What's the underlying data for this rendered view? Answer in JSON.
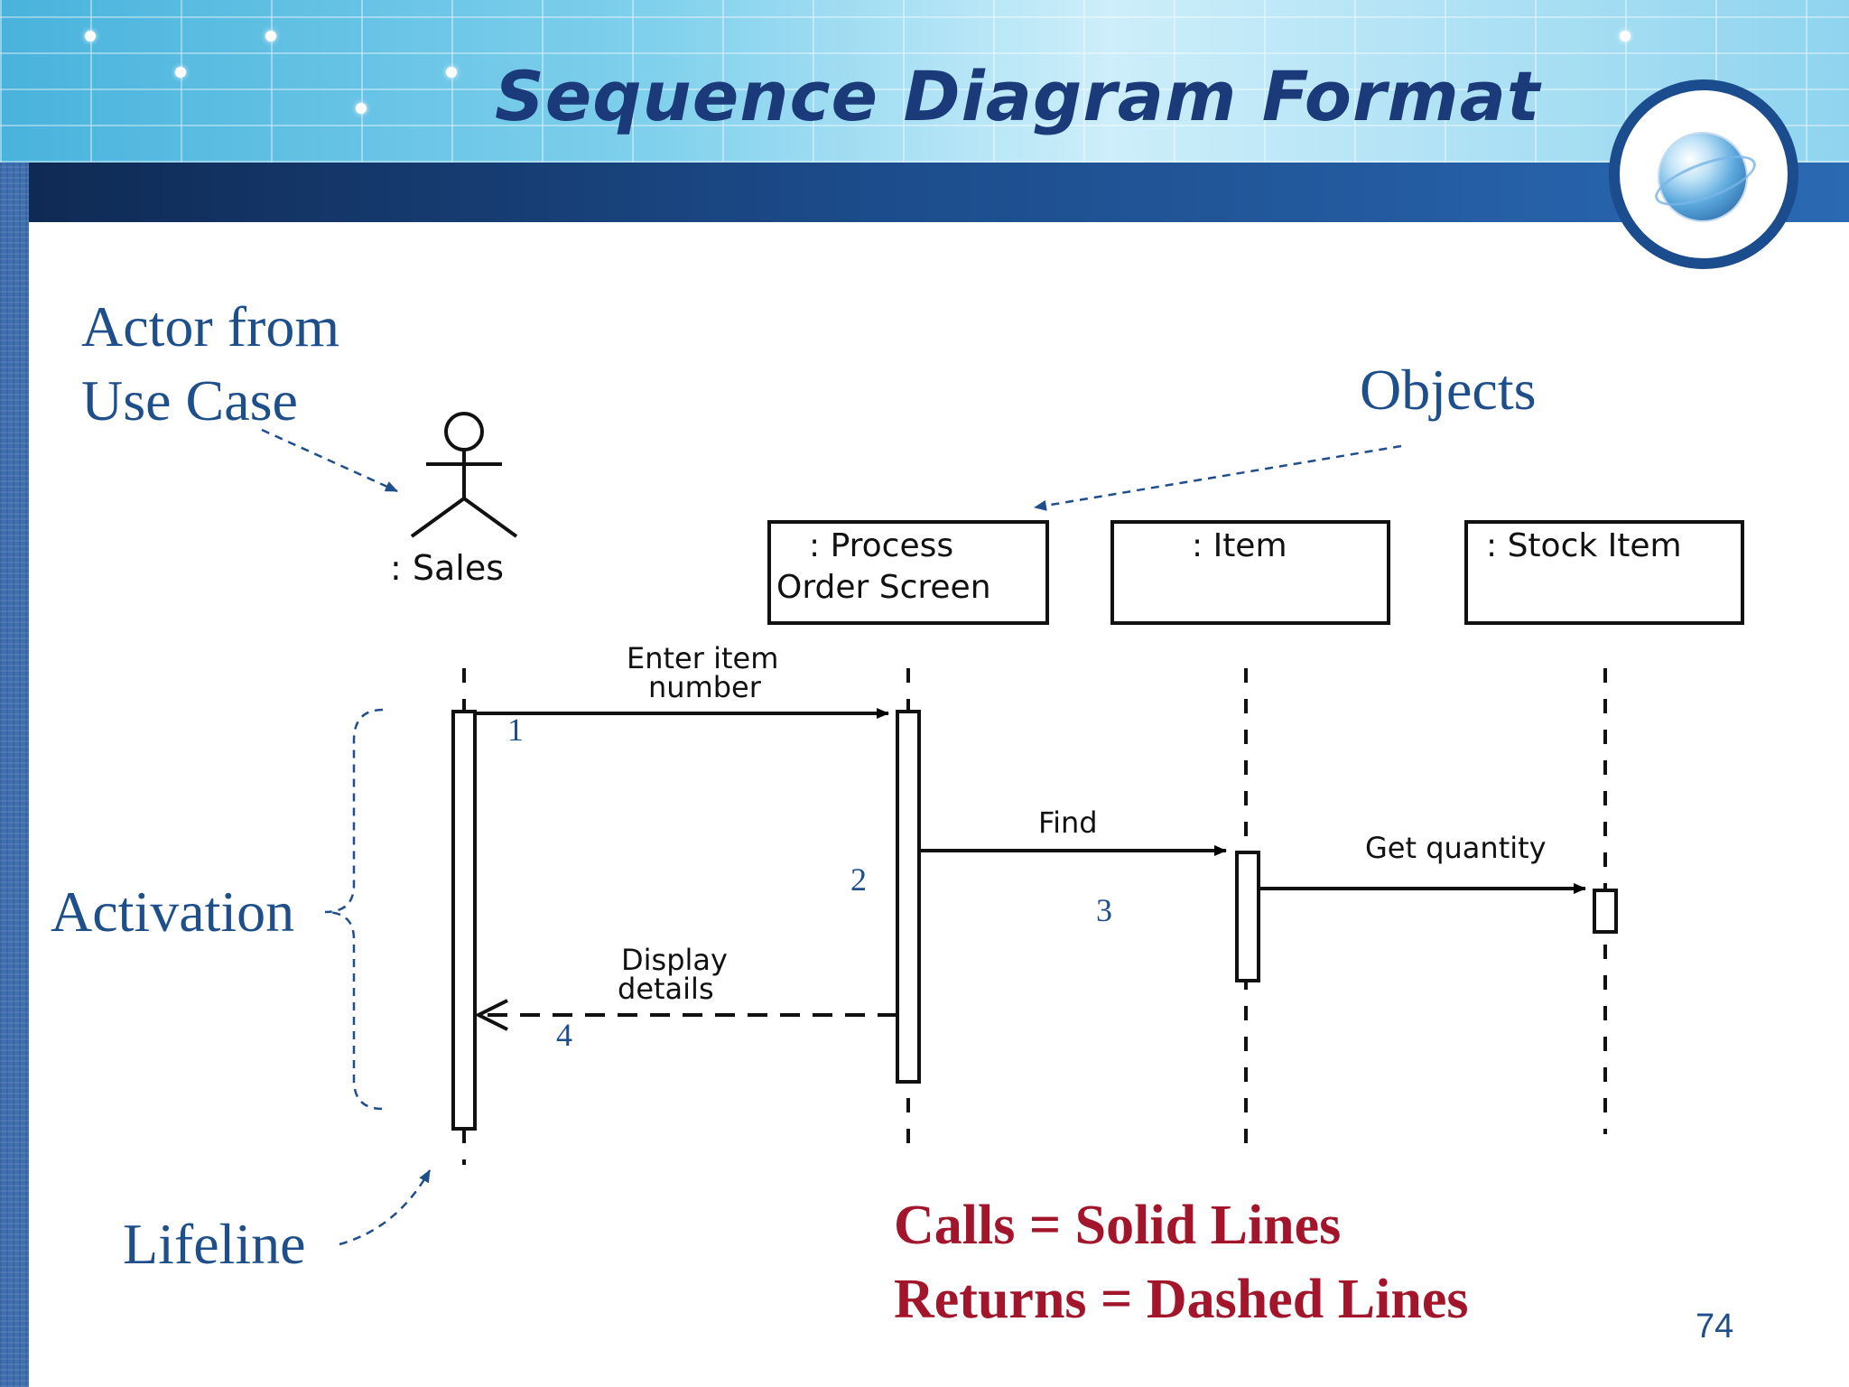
{
  "slide": {
    "title": "Sequence Diagram Format",
    "page_number": "74"
  },
  "annotations": {
    "actor_note_line1": "Actor from",
    "actor_note_line2": "Use Case",
    "objects_note": "Objects",
    "activation_note": "Activation",
    "lifeline_note": "Lifeline"
  },
  "diagram": {
    "actor": {
      "label": ": Sales"
    },
    "objects": [
      {
        "line1": ": Process",
        "line2": "Order Screen"
      },
      {
        "line1": ": Item",
        "line2": ""
      },
      {
        "line1": ": Stock Item",
        "line2": ""
      }
    ],
    "messages": [
      {
        "number": "1",
        "label_line1": "Enter item",
        "label_line2": "number",
        "kind": "call"
      },
      {
        "number": "2",
        "label_line1": "Find",
        "label_line2": "",
        "kind": "call"
      },
      {
        "number": "3",
        "label_line1": "Get quantity",
        "label_line2": "",
        "kind": "call"
      },
      {
        "number": "4",
        "label_line1": "Display",
        "label_line2": "details",
        "kind": "return"
      }
    ]
  },
  "legend": {
    "calls": "Calls = Solid Lines",
    "returns": "Returns = Dashed Lines"
  },
  "colors": {
    "annotation_text": "#1f4f8b",
    "legend_text": "#a3152a",
    "title_text": "#1b3a7a"
  }
}
